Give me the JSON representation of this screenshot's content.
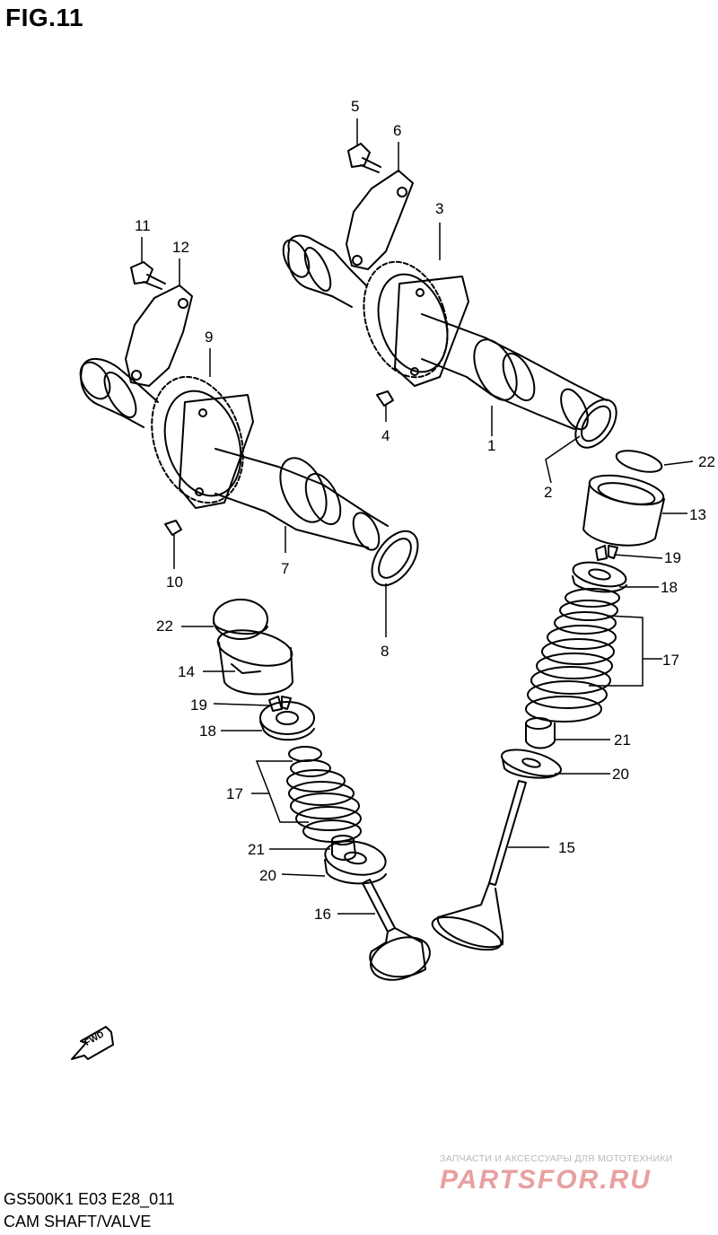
{
  "figure": {
    "title": "FIG.11",
    "model_code": "GS500K1 E03 E28_011",
    "section_name": "CAM SHAFT/VALVE"
  },
  "fwd_marker": {
    "text": "FWD"
  },
  "watermark": {
    "tagline": "ЗАПЧАСТИ И АКСЕССУАРЫ ДЛЯ МОТОТЕХНИКИ",
    "logo_text": "PARTSFOR.RU",
    "colors": {
      "logo": "#e8a0a0",
      "tagline": "#b8b8b8"
    }
  },
  "callouts": [
    {
      "id": "c1",
      "number": "1"
    },
    {
      "id": "c2",
      "number": "2"
    },
    {
      "id": "c3",
      "number": "3"
    },
    {
      "id": "c4",
      "number": "4"
    },
    {
      "id": "c5",
      "number": "5"
    },
    {
      "id": "c6",
      "number": "6"
    },
    {
      "id": "c7",
      "number": "7"
    },
    {
      "id": "c8",
      "number": "8"
    },
    {
      "id": "c9",
      "number": "9"
    },
    {
      "id": "c10",
      "number": "10"
    },
    {
      "id": "c11",
      "number": "11"
    },
    {
      "id": "c12",
      "number": "12"
    },
    {
      "id": "c13",
      "number": "13"
    },
    {
      "id": "c14",
      "number": "14"
    },
    {
      "id": "c15",
      "number": "15"
    },
    {
      "id": "c16",
      "number": "16"
    },
    {
      "id": "c17a",
      "number": "17"
    },
    {
      "id": "c17b",
      "number": "17"
    },
    {
      "id": "c18a",
      "number": "18"
    },
    {
      "id": "c18b",
      "number": "18"
    },
    {
      "id": "c19a",
      "number": "19"
    },
    {
      "id": "c19b",
      "number": "19"
    },
    {
      "id": "c20a",
      "number": "20"
    },
    {
      "id": "c20b",
      "number": "20"
    },
    {
      "id": "c21a",
      "number": "21"
    },
    {
      "id": "c21b",
      "number": "21"
    },
    {
      "id": "c22a",
      "number": "22"
    },
    {
      "id": "c22b",
      "number": "22"
    }
  ]
}
